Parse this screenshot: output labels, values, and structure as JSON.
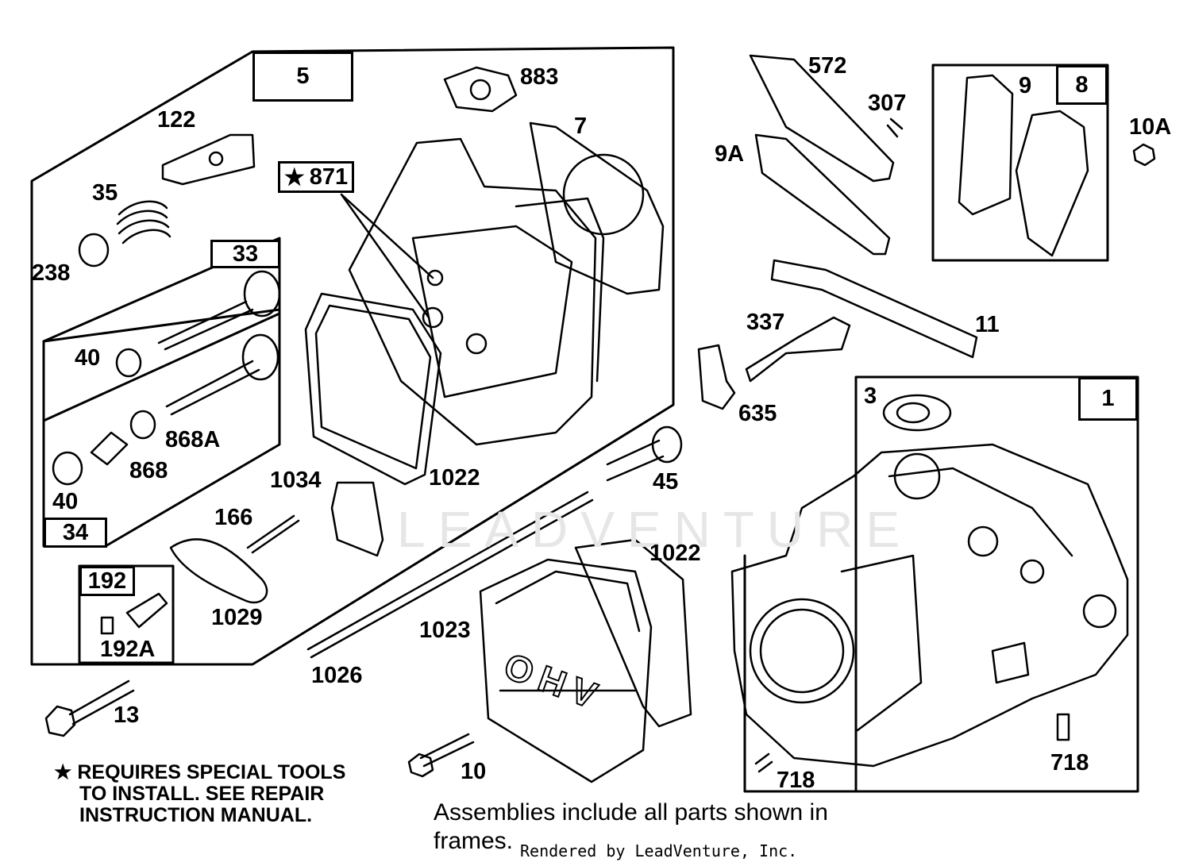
{
  "diagram": {
    "frames": {
      "f5": "5",
      "f33": "33",
      "f34": "34",
      "f192": "192",
      "f8": "8",
      "f1": "1"
    },
    "labels": {
      "p883": "883",
      "p7": "7",
      "p122": "122",
      "p871": "871",
      "p35": "35",
      "p238": "238",
      "p40a": "40",
      "p868a": "868A",
      "p868": "868",
      "p40b": "40",
      "p1034": "1034",
      "p1022a": "1022",
      "p166": "166",
      "p1029": "1029",
      "p192a": "192A",
      "p13": "13",
      "p572": "572",
      "p307": "307",
      "p9a": "9A",
      "p9": "9",
      "p10a": "10A",
      "p337": "337",
      "p11": "11",
      "p635": "635",
      "p45": "45",
      "p3": "3",
      "p1022b": "1022",
      "p1023": "1023",
      "p1026": "1026",
      "p10": "10",
      "p718a": "718",
      "p718b": "718"
    },
    "cover_text": "OHV",
    "star_symbol": "★",
    "note_lines": [
      "★ REQUIRES SPECIAL TOOLS",
      "TO INSTALL.  SEE REPAIR",
      "INSTRUCTION MANUAL."
    ],
    "assemblies_note": "Assemblies include all parts shown in frames.",
    "credit": "Rendered by LeadVenture, Inc.",
    "watermark": "LEADVENTURE"
  }
}
